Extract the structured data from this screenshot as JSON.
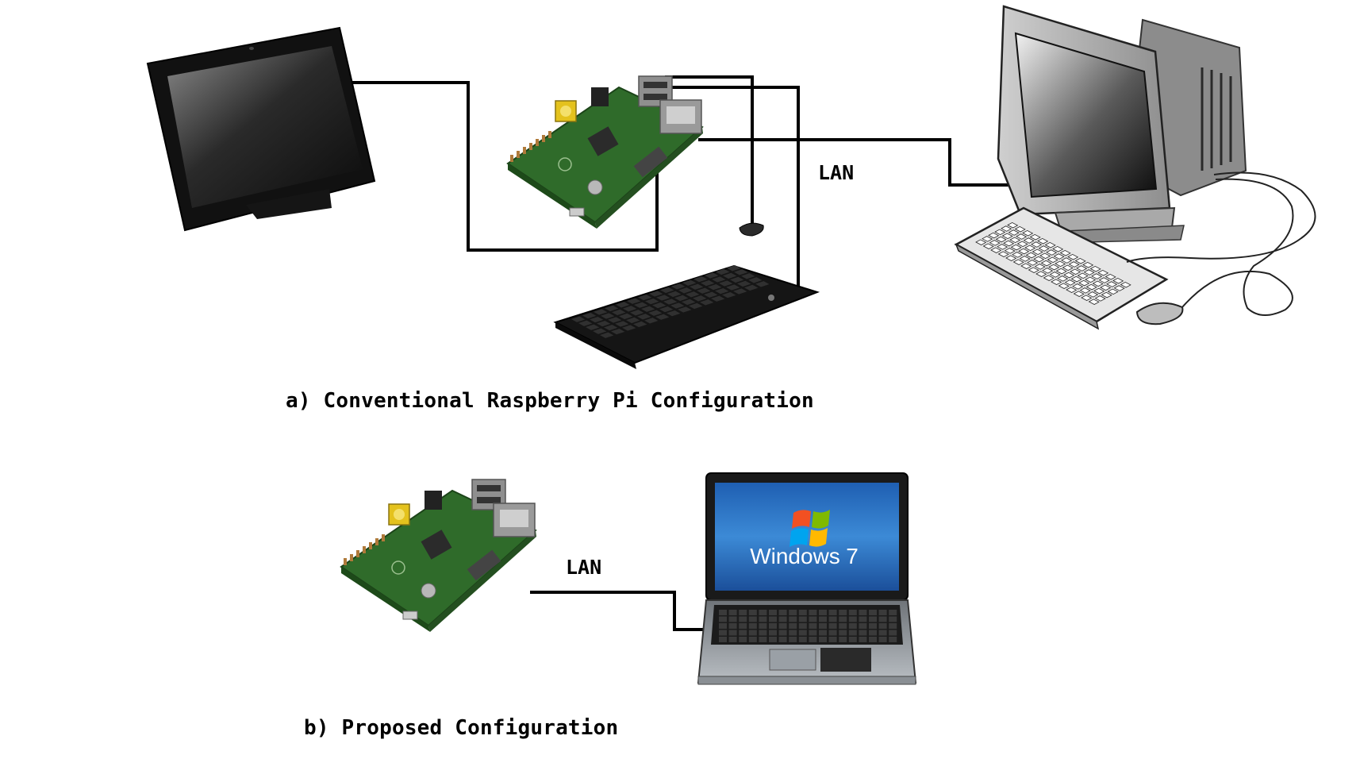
{
  "diagram": {
    "caption_a": "a) Conventional Raspberry Pi Configuration",
    "caption_b": "b) Proposed Configuration",
    "lan_label_a": "LAN",
    "lan_label_b": "LAN",
    "laptop_screen_brand": "Windows",
    "laptop_screen_version": "7"
  },
  "colors": {
    "wire": "#000000",
    "pcb_green": "#2f6b2a",
    "laptop_screen": "#2a77c8"
  },
  "icons": [
    "tablet-icon",
    "raspberry-pi-board-icon",
    "mouse-icon",
    "keyboard-icon",
    "crt-monitor-icon",
    "laptop-icon",
    "windows-logo-icon"
  ]
}
